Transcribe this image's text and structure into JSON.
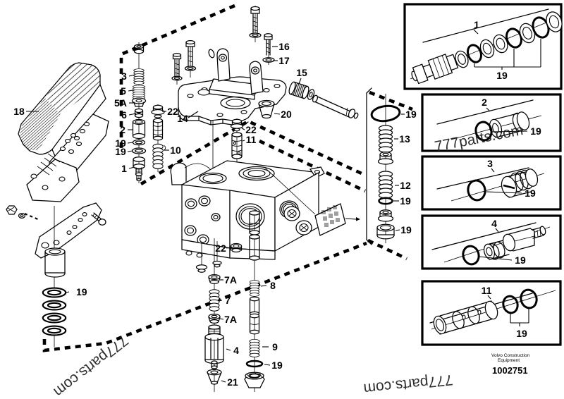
{
  "footer": {
    "brand_line1": "Volvo Construction",
    "brand_line2": "Equipment",
    "doc_number": "1002751"
  },
  "watermarks": {
    "mid": "777parts.com",
    "bottom_right": "777parts.com",
    "bottom_left": "777parts.com"
  },
  "callouts": {
    "pedal": "18",
    "spring_3": "3",
    "spring_5": "5",
    "washer_5a": "5A",
    "plug_6": "6",
    "bushing_2": "2",
    "oring_a": "19",
    "oring_b": "19",
    "spool_1": "1",
    "plug_22_left": "22",
    "spring_10": "10",
    "plate_14": "14",
    "bolt_16": "16",
    "nut_17": "17",
    "roller_15": "15",
    "cup_20": "20",
    "plug_22_center": "22",
    "sleeve_11": "11",
    "oring_col_top": "19",
    "spring_13": "13",
    "spring_12": "12",
    "ring_col_mid": "19",
    "ring_col_bottom": "19",
    "plug_22_bottom": "22",
    "cup_7a_upper": "7A",
    "spring_7": "7",
    "cup_7a_lower": "7A",
    "valve_4": "4",
    "cone_21": "21",
    "spring_8": "8",
    "spring_9": "9",
    "oring_19_bottom": "19",
    "rings_19_pedal": "19"
  },
  "insets": [
    {
      "label": "1",
      "ring_label": "19"
    },
    {
      "label": "2",
      "ring_label": "19"
    },
    {
      "label": "3",
      "ring_label": "19"
    },
    {
      "label": "4",
      "ring_label": "19"
    },
    {
      "label": "11",
      "ring_label": "19"
    }
  ],
  "colors": {
    "line": "#000000",
    "background": "#ffffff"
  }
}
